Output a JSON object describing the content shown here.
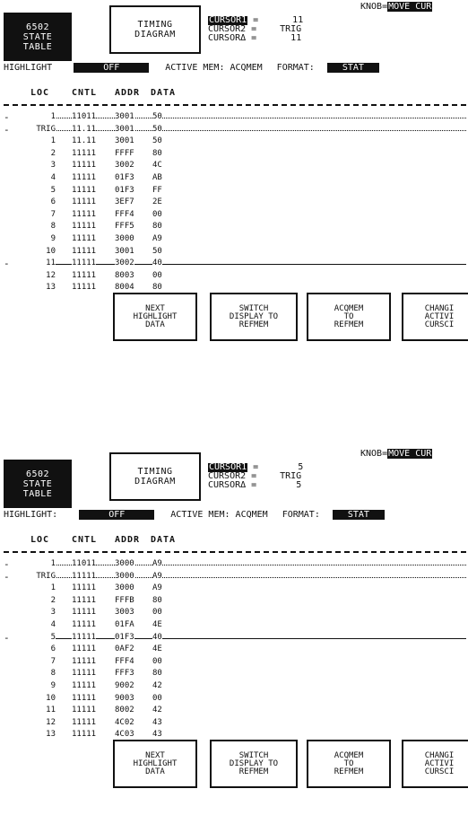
{
  "panels": [
    {
      "mode_buttons": {
        "state_table": [
          "6502",
          "STATE",
          "TABLE"
        ],
        "timing_diagram": [
          "TIMING",
          "DIAGRAM"
        ]
      },
      "cursors": [
        {
          "label": "CURSOR1",
          "value": "11",
          "highlighted": true
        },
        {
          "label": "CURSOR2",
          "value": "TRIG",
          "highlighted": false
        },
        {
          "label": "CURSORΔ",
          "value": "11",
          "highlighted": false
        }
      ],
      "knob": {
        "label": "KNOB=",
        "value": "MOVE CUR"
      },
      "status": {
        "highlight_label": "HIGHLIGHT",
        "highlight_value": "OFF",
        "mem_label": "ACTIVE MEM:",
        "mem_value": "ACQMEM",
        "format_label": "FORMAT:",
        "format_value": "STAT"
      },
      "columns": [
        "LOC",
        "CNTL",
        "ADDR",
        "DATA"
      ],
      "rows": [
        {
          "loc": "1",
          "cntl": "11011",
          "addr": "3001",
          "data": "50",
          "marker": "-",
          "line": "dotted"
        },
        {
          "loc": "TRIG",
          "cntl": "11.11",
          "addr": "3001",
          "data": "50",
          "marker": "-",
          "line": "dotted"
        },
        {
          "loc": "1",
          "cntl": "11.11",
          "addr": "3001",
          "data": "50",
          "marker": "",
          "line": ""
        },
        {
          "loc": "2",
          "cntl": "11111",
          "addr": "FFFF",
          "data": "80",
          "marker": "",
          "line": ""
        },
        {
          "loc": "3",
          "cntl": "11111",
          "addr": "3002",
          "data": "4C",
          "marker": "",
          "line": ""
        },
        {
          "loc": "4",
          "cntl": "11111",
          "addr": "01F3",
          "data": "AB",
          "marker": "",
          "line": ""
        },
        {
          "loc": "5",
          "cntl": "11111",
          "addr": "01F3",
          "data": "FF",
          "marker": "",
          "line": ""
        },
        {
          "loc": "6",
          "cntl": "11111",
          "addr": "3EF7",
          "data": "2E",
          "marker": "",
          "line": ""
        },
        {
          "loc": "7",
          "cntl": "11111",
          "addr": "FFF4",
          "data": "00",
          "marker": "",
          "line": ""
        },
        {
          "loc": "8",
          "cntl": "11111",
          "addr": "FFF5",
          "data": "80",
          "marker": "",
          "line": ""
        },
        {
          "loc": "9",
          "cntl": "11111",
          "addr": "3000",
          "data": "A9",
          "marker": "",
          "line": ""
        },
        {
          "loc": "10",
          "cntl": "11111",
          "addr": "3001",
          "data": "50",
          "marker": "",
          "line": ""
        },
        {
          "loc": "11",
          "cntl": "11111",
          "addr": "3002",
          "data": "40",
          "marker": "-",
          "line": "solid"
        },
        {
          "loc": "12",
          "cntl": "11111",
          "addr": "8003",
          "data": "00",
          "marker": "",
          "line": ""
        },
        {
          "loc": "13",
          "cntl": "11111",
          "addr": "8004",
          "data": "80",
          "marker": "",
          "line": ""
        }
      ],
      "softkeys": [
        [
          "NEXT",
          "HIGHLIGHT",
          "DATA"
        ],
        [
          "SWITCH",
          "DISPLAY TO",
          "REFMEM"
        ],
        [
          "ACQMEM",
          "TO",
          "REFMEM"
        ],
        [
          "CHANGI",
          "ACTIVI",
          "CURSCI"
        ]
      ]
    },
    {
      "mode_buttons": {
        "state_table": [
          "6502",
          "STATE",
          "TABLE"
        ],
        "timing_diagram": [
          "TIMING",
          "DIAGRAM"
        ]
      },
      "cursors": [
        {
          "label": "CURSOR1",
          "value": "5",
          "highlighted": true
        },
        {
          "label": "CURSOR2",
          "value": "TRIG",
          "highlighted": false
        },
        {
          "label": "CURSORΔ",
          "value": "5",
          "highlighted": false
        }
      ],
      "knob": {
        "label": "KNOB=",
        "value": "MOVE CUR"
      },
      "status": {
        "highlight_label": "HIGHLIGHT:",
        "highlight_value": "OFF",
        "mem_label": "ACTIVE MEM:",
        "mem_value": "ACQMEM",
        "format_label": "FORMAT:",
        "format_value": "STAT"
      },
      "columns": [
        "LOC",
        "CNTL",
        "ADDR",
        "DATA"
      ],
      "rows": [
        {
          "loc": "1",
          "cntl": "11011",
          "addr": "3000",
          "data": "A9",
          "marker": "-",
          "line": "dotted"
        },
        {
          "loc": "TRIG",
          "cntl": "11111",
          "addr": "3000",
          "data": "A9",
          "marker": "-",
          "line": "dotted"
        },
        {
          "loc": "1",
          "cntl": "11111",
          "addr": "3000",
          "data": "A9",
          "marker": "",
          "line": ""
        },
        {
          "loc": "2",
          "cntl": "11111",
          "addr": "FFFB",
          "data": "80",
          "marker": "",
          "line": ""
        },
        {
          "loc": "3",
          "cntl": "11111",
          "addr": "3003",
          "data": "00",
          "marker": "",
          "line": ""
        },
        {
          "loc": "4",
          "cntl": "11111",
          "addr": "01FA",
          "data": "4E",
          "marker": "",
          "line": ""
        },
        {
          "loc": "5",
          "cntl": "11111",
          "addr": "01F3",
          "data": "40",
          "marker": "-",
          "line": "solid"
        },
        {
          "loc": "6",
          "cntl": "11111",
          "addr": "0AF2",
          "data": "4E",
          "marker": "",
          "line": ""
        },
        {
          "loc": "7",
          "cntl": "11111",
          "addr": "FFF4",
          "data": "00",
          "marker": "",
          "line": ""
        },
        {
          "loc": "8",
          "cntl": "11111",
          "addr": "FFF3",
          "data": "80",
          "marker": "",
          "line": ""
        },
        {
          "loc": "9",
          "cntl": "11111",
          "addr": "9002",
          "data": "42",
          "marker": "",
          "line": ""
        },
        {
          "loc": "10",
          "cntl": "11111",
          "addr": "9003",
          "data": "00",
          "marker": "",
          "line": ""
        },
        {
          "loc": "11",
          "cntl": "11111",
          "addr": "8002",
          "data": "42",
          "marker": "",
          "line": ""
        },
        {
          "loc": "12",
          "cntl": "11111",
          "addr": "4C02",
          "data": "43",
          "marker": "",
          "line": ""
        },
        {
          "loc": "13",
          "cntl": "11111",
          "addr": "4C03",
          "data": "43",
          "marker": "",
          "line": ""
        }
      ],
      "softkeys": [
        [
          "NEXT",
          "HIGHLIGHT",
          "DATA"
        ],
        [
          "SWITCH",
          "DISPLAY TO",
          "REFMEM"
        ],
        [
          "ACQMEM",
          "TO",
          "REFMEM"
        ],
        [
          "CHANGI",
          "ACTIVI",
          "CURSCI"
        ]
      ]
    }
  ]
}
